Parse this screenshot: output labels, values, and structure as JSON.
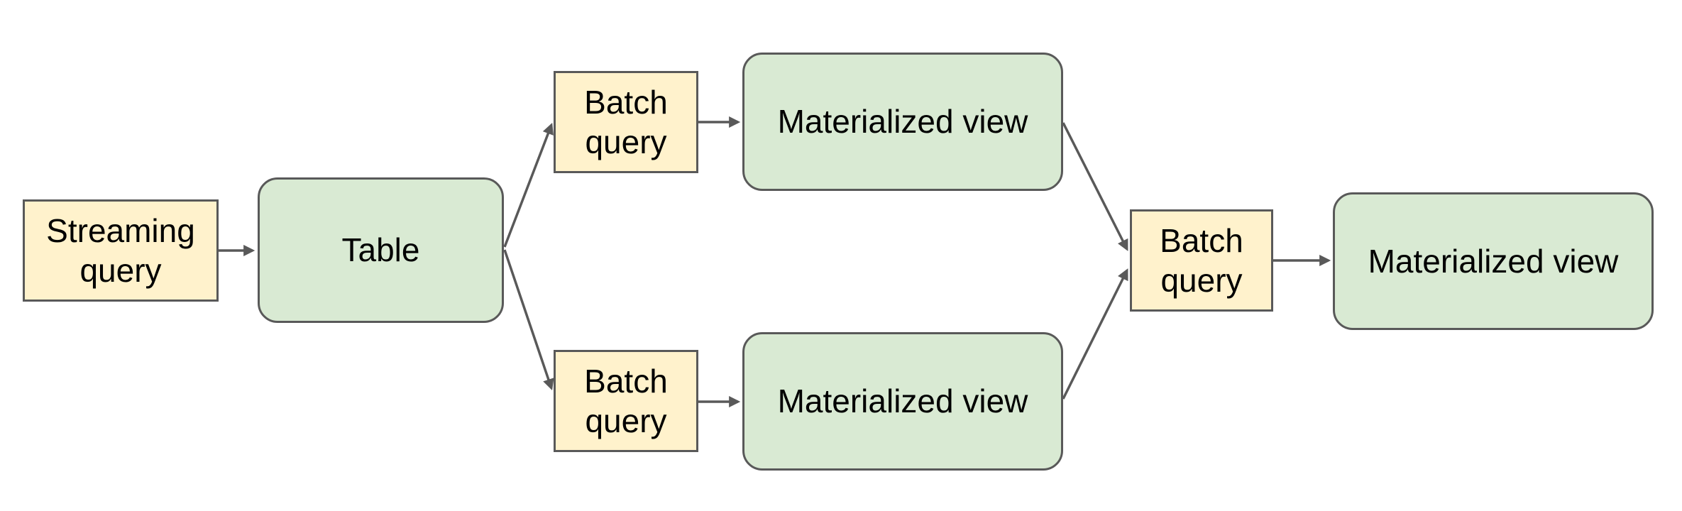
{
  "diagram": {
    "nodes": {
      "streaming_query": {
        "label": "Streaming query",
        "shape": "rect",
        "fill": "#fff2cc"
      },
      "table": {
        "label": "Table",
        "shape": "rounded-rect",
        "fill": "#d9ead3"
      },
      "batch_query_top": {
        "label": "Batch query",
        "shape": "rect",
        "fill": "#fff2cc"
      },
      "mv_top": {
        "label": "Materialized view",
        "shape": "rounded-rect",
        "fill": "#d9ead3"
      },
      "batch_query_bottom": {
        "label": "Batch query",
        "shape": "rect",
        "fill": "#fff2cc"
      },
      "mv_bottom": {
        "label": "Materialized view",
        "shape": "rounded-rect",
        "fill": "#d9ead3"
      },
      "batch_query_right": {
        "label": "Batch query",
        "shape": "rect",
        "fill": "#fff2cc"
      },
      "mv_right": {
        "label": "Materialized view",
        "shape": "rounded-rect",
        "fill": "#d9ead3"
      }
    },
    "edges": [
      {
        "from": "streaming_query",
        "to": "table"
      },
      {
        "from": "table",
        "to": "batch_query_top"
      },
      {
        "from": "table",
        "to": "batch_query_bottom"
      },
      {
        "from": "batch_query_top",
        "to": "mv_top"
      },
      {
        "from": "batch_query_bottom",
        "to": "mv_bottom"
      },
      {
        "from": "mv_top",
        "to": "batch_query_right"
      },
      {
        "from": "mv_bottom",
        "to": "batch_query_right"
      },
      {
        "from": "batch_query_right",
        "to": "mv_right"
      }
    ],
    "colors": {
      "query_fill": "#fff2cc",
      "store_fill": "#d9ead3",
      "border": "#595959",
      "arrow": "#595959",
      "text": "#000000",
      "background": "#ffffff"
    }
  }
}
